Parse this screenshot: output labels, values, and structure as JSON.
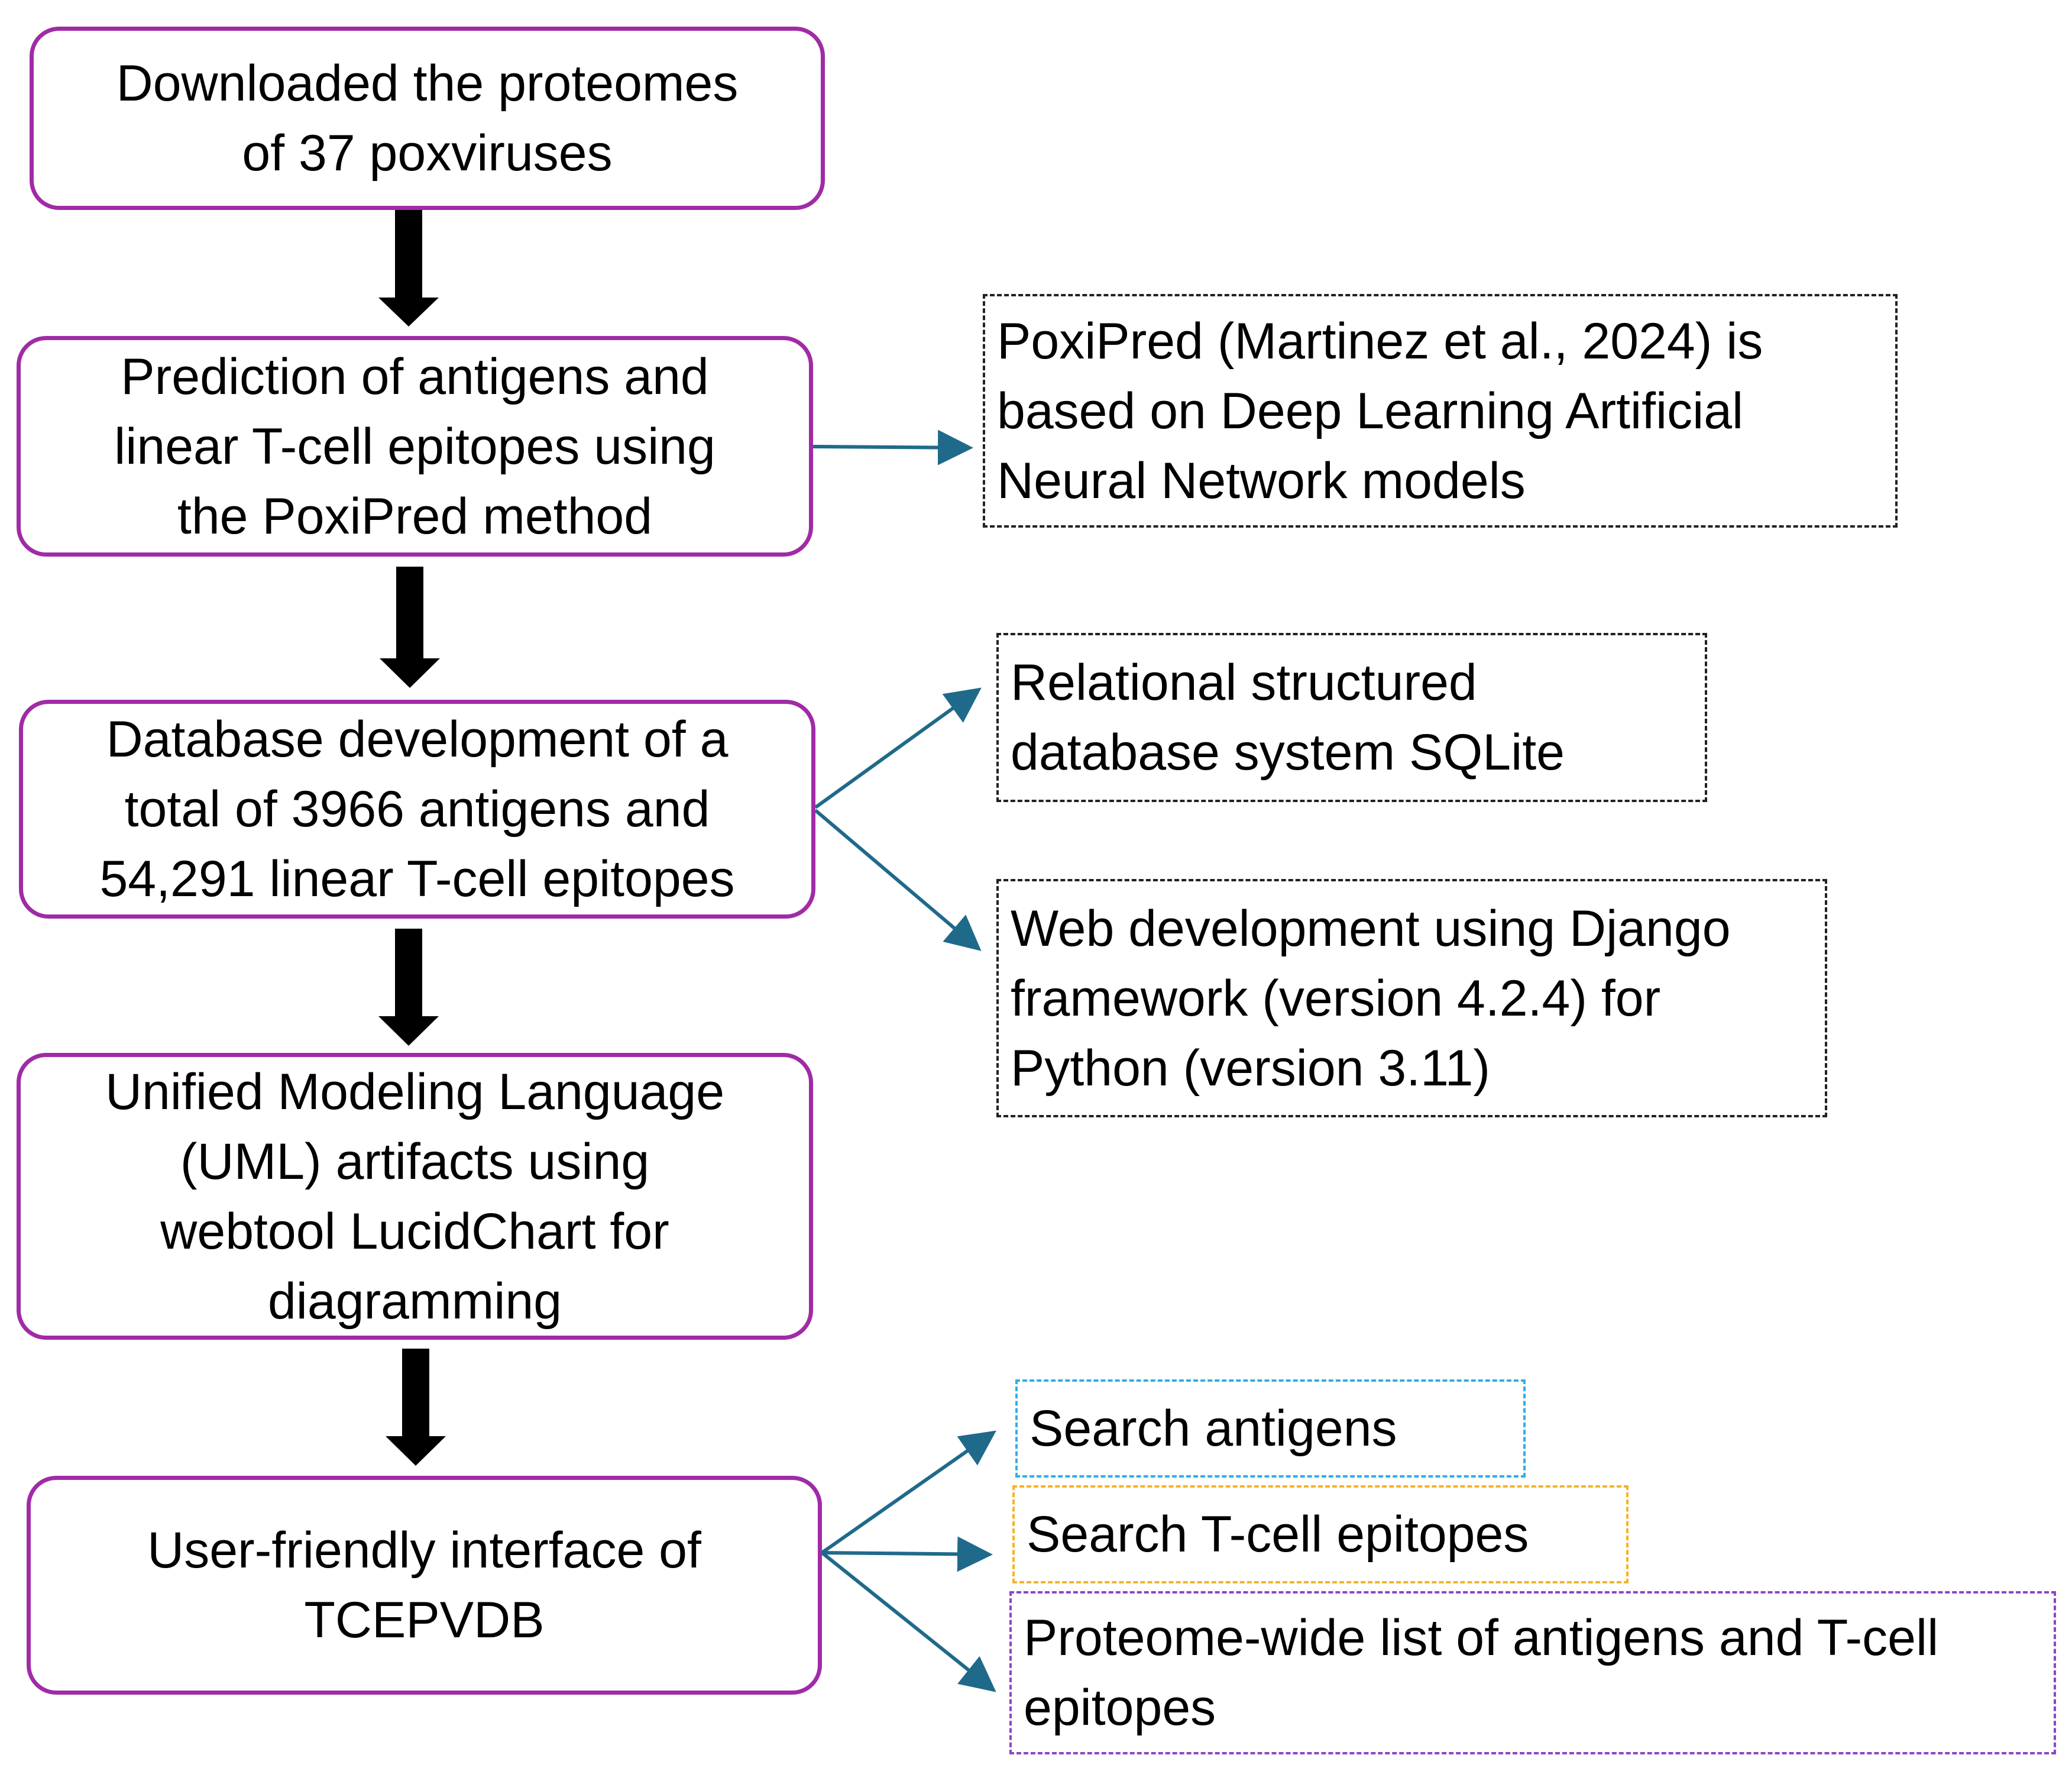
{
  "flowchart": {
    "steps": [
      {
        "lines": [
          "Downloaded the proteomes",
          "of 37 poxviruses"
        ]
      },
      {
        "lines": [
          "Prediction of antigens and",
          "linear T-cell epitopes using",
          "the PoxiPred method"
        ]
      },
      {
        "lines": [
          "Database development of a",
          "total of 3966 antigens and",
          "54,291 linear T-cell epitopes"
        ]
      },
      {
        "lines": [
          "Unified Modeling Language",
          "(UML) artifacts using",
          "webtool LucidChart for",
          "diagramming"
        ]
      },
      {
        "lines": [
          "User-friendly interface of",
          "TCEPVDB"
        ]
      }
    ],
    "notes": {
      "poxipred": {
        "lines": [
          "PoxiPred (Martinez et al., 2024) is",
          "based on Deep Learning Artificial",
          "Neural Network models"
        ]
      },
      "sqlite": {
        "lines": [
          "Relational structured",
          "database system SQLite"
        ]
      },
      "django": {
        "lines": [
          "Web development using Django",
          "framework (version 4.2.4) for",
          "Python (version 3.11)"
        ]
      }
    },
    "outputs": {
      "antigens": {
        "lines": [
          "Search antigens"
        ]
      },
      "epitopes": {
        "lines": [
          "Search T-cell epitopes"
        ]
      },
      "proteome": {
        "lines": [
          "Proteome-wide list of antigens and T-cell",
          "epitopes"
        ]
      }
    }
  },
  "colors": {
    "step_border": "#A02BA6",
    "note_border": "#222222",
    "connector": "#1F6A8A",
    "flow_arrow": "#000000",
    "out_antigens_border": "#2DB0E6",
    "out_epitopes_border": "#F5B324",
    "out_proteome_border": "#8E44C7"
  }
}
